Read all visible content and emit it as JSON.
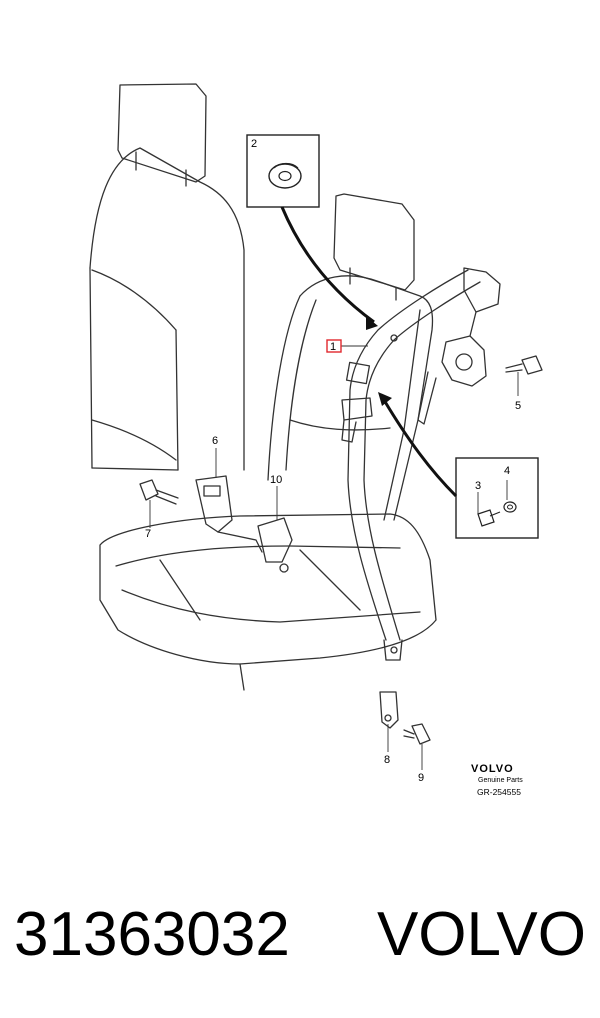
{
  "diagram": {
    "callouts": {
      "c1": "1",
      "c2": "2",
      "c3": "3",
      "c4": "4",
      "c5": "5",
      "c6": "6",
      "c7": "7",
      "c8": "8",
      "c9": "9",
      "c10": "10"
    },
    "brand_block": {
      "logo": "VOLVO",
      "subtitle": "Genuine Parts",
      "reference": "GR-254555"
    },
    "highlight_color": "#e0282e",
    "line_color": "#222222"
  },
  "footer": {
    "part_number": "31363032",
    "brand": "VOLVO"
  }
}
